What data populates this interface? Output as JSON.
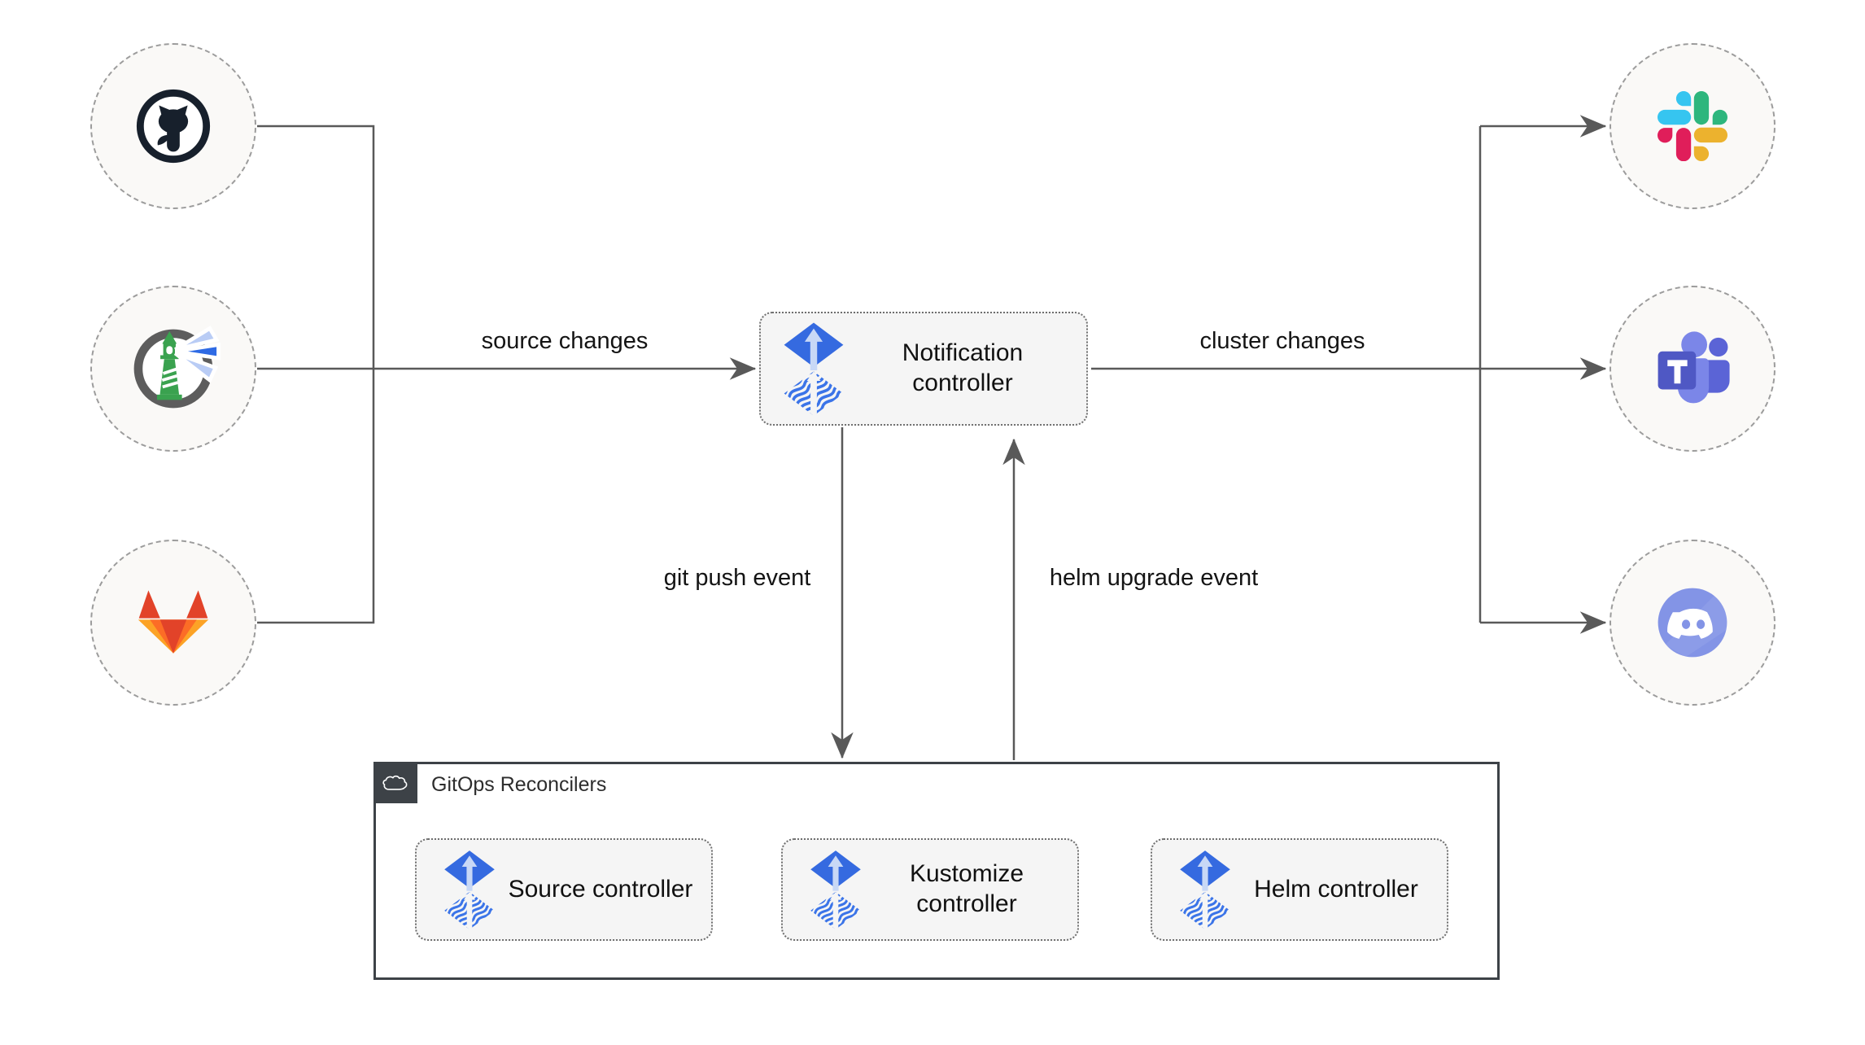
{
  "edges": {
    "source_changes": "source changes",
    "cluster_changes": "cluster changes",
    "git_push_event": "git push event",
    "helm_upgrade_event": "helm upgrade event"
  },
  "nodes": {
    "notification": {
      "label": "Notification controller",
      "icon": "flux-controller-icon"
    },
    "source": {
      "label": "Source controller",
      "icon": "flux-controller-icon"
    },
    "kustomize": {
      "label": "Kustomize controller",
      "icon": "flux-controller-icon"
    },
    "helm": {
      "label": "Helm controller",
      "icon": "flux-controller-icon"
    }
  },
  "group": {
    "label": "GitOps Reconcilers",
    "icon": "cloud-icon"
  },
  "source_icons": [
    "github-icon",
    "harbor-lighthouse-icon",
    "gitlab-icon"
  ],
  "notifier_icons": [
    "slack-icon",
    "microsoft-teams-icon",
    "discord-icon"
  ],
  "colors": {
    "flux_blue": "#356ae0",
    "connector": "#595959",
    "node_fill": "#f5f5f5",
    "circle_fill": "#faf9f7",
    "group_border": "#3d4247",
    "github_dark": "#17202c",
    "harbor_green": "#3aa24f",
    "gitlab_red": "#e24329",
    "gitlab_orange": "#fc6d26",
    "gitlab_yellow": "#fca326",
    "slack_blue": "#36C5F0",
    "slack_green": "#2EB67D",
    "slack_red": "#E01E5A",
    "slack_yellow": "#ECB22E",
    "teams_indigo": "#4f58c4",
    "discord_blurple": "#8394e6"
  }
}
